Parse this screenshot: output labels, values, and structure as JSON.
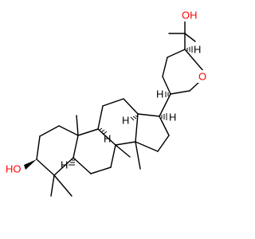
{
  "molecule": {
    "labels": {
      "top_oh": "OH",
      "ring_o": "O",
      "left_ho": "HO",
      "h_side_chain": "H",
      "h_c20": "H",
      "h_c17": "H",
      "h_c13": "H",
      "h_c9": "H",
      "h_c5": "H"
    },
    "colors": {
      "oxygen": "#ff0000",
      "bond": "#000000",
      "hydrogen": "#000000"
    }
  }
}
